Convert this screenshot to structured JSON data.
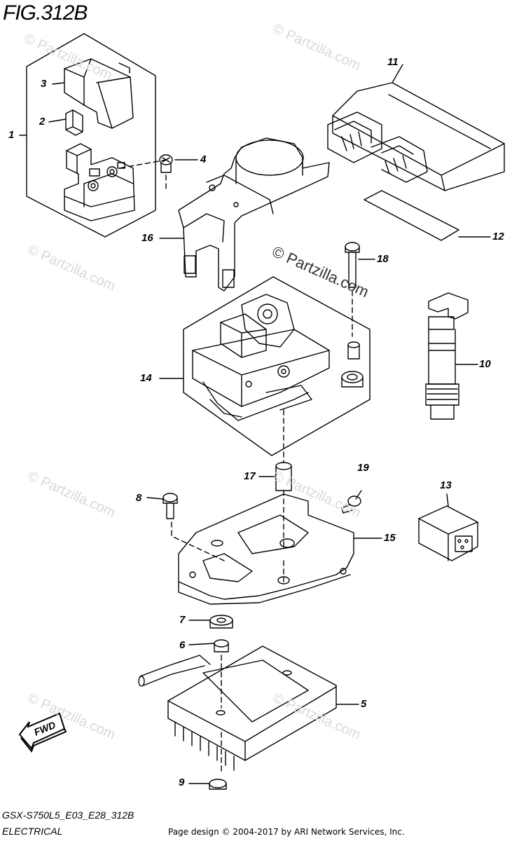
{
  "figure_title": "FIG.312B",
  "callouts": [
    {
      "id": "1",
      "label": "1"
    },
    {
      "id": "2",
      "label": "2"
    },
    {
      "id": "3",
      "label": "3"
    },
    {
      "id": "4",
      "label": "4"
    },
    {
      "id": "5",
      "label": "5"
    },
    {
      "id": "6",
      "label": "6"
    },
    {
      "id": "7",
      "label": "7"
    },
    {
      "id": "8",
      "label": "8"
    },
    {
      "id": "9",
      "label": "9"
    },
    {
      "id": "10",
      "label": "10"
    },
    {
      "id": "11",
      "label": "11"
    },
    {
      "id": "12",
      "label": "12"
    },
    {
      "id": "13",
      "label": "13"
    },
    {
      "id": "14",
      "label": "14"
    },
    {
      "id": "15",
      "label": "15"
    },
    {
      "id": "16",
      "label": "16"
    },
    {
      "id": "17",
      "label": "17"
    },
    {
      "id": "18",
      "label": "18"
    },
    {
      "id": "19",
      "label": "19"
    }
  ],
  "watermark_text": "© Partzilla.com",
  "center_watermark": "© Partzilla.com",
  "direction_label": "FWD",
  "footer": {
    "model_code": "GSX-S750L5_E03_E28_312B",
    "category": "ELECTRICAL",
    "credit": "Page design © 2004-2017 by ARI Network Services, Inc."
  }
}
